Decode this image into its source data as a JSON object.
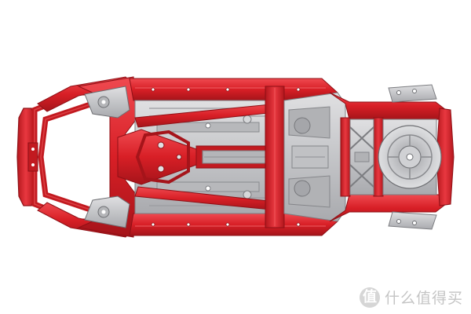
{
  "image": {
    "subject": "car-body-in-white-underbody-top-view",
    "colors": {
      "frame_red": "#d81f26",
      "frame_red_dark": "#9e1218",
      "frame_red_light": "#ef5a5e",
      "panel_gray": "#c9c9cb",
      "panel_gray_dark": "#8e8f93",
      "background": "#ffffff"
    }
  },
  "watermark": {
    "logo_glyph": "值",
    "text": "什么值得买"
  }
}
